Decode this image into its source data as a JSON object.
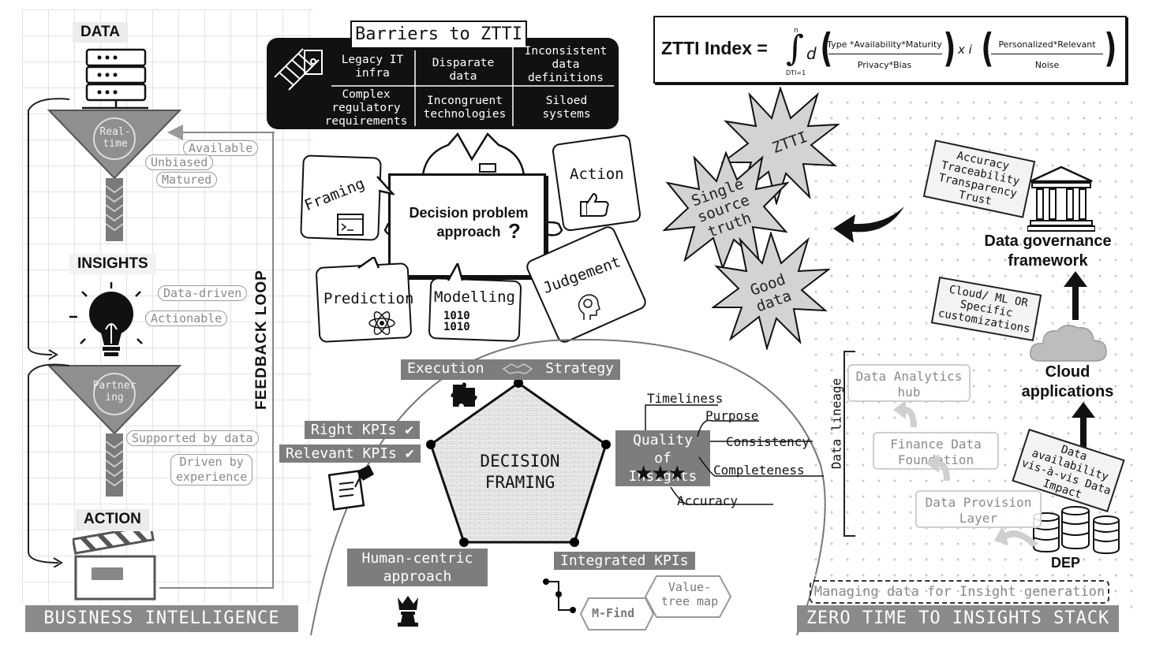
{
  "left_panel": {
    "data_label": "DATA",
    "insights_label": "INSIGHTS",
    "action_label": "ACTION",
    "funnel1_center": "Real-\ntime",
    "funnel2_center": "Partner\ning",
    "pills_top": [
      "Available",
      "Unbiased",
      "Matured"
    ],
    "pills_insights": [
      "Data-driven",
      "Actionable"
    ],
    "pills_action": [
      "Supported by data",
      "Driven by\nexperience"
    ],
    "feedback_loop": "FEEDBACK LOOP",
    "footer": "BUSINESS INTELLIGENCE"
  },
  "barriers": {
    "title": "Barriers to ZTTI",
    "cells": [
      "Legacy IT\ninfra",
      "Disparate\ndata",
      "Inconsistent\ndata\ndefinitions",
      "Complex\nregulatory\nrequirements",
      "Incongruent\ntechnologies",
      "Siloed\nsystems"
    ]
  },
  "decision": {
    "board_text": "Decision problem\napproach",
    "question_mark": "?",
    "bubbles": [
      "Framing",
      "Action",
      "Prediction",
      "Modelling",
      "Judgement"
    ],
    "modelling_binary": "1010\n1010"
  },
  "framing": {
    "center": "DECISION\nFRAMING",
    "execution": "Execution",
    "strategy": "Strategy",
    "right_kpis": "Right KPIs",
    "relevant_kpis": "Relevant KPIs",
    "human_centric": "Human-centric\napproach",
    "integrated_kpis": "Integrated KPIs",
    "value_tree": "Value-\ntree map",
    "m_find": "M-Find",
    "quality": "Quality of\nInsights",
    "quality_items": [
      "Timeliness",
      "Purpose",
      "Consistency",
      "Completeness",
      "Accuracy"
    ],
    "stars": "★★★"
  },
  "ztti": {
    "label": "ZTTI Index =",
    "int_upper": "n",
    "int_lower": "DTI=1",
    "d": "d",
    "numerator1": "Type *Availability*Maturity",
    "denominator1": "Privacy*Bias",
    "times_i": "x i",
    "numerator2": "Personalized*Relevant",
    "denominator2": "Noise"
  },
  "stars_cloud": [
    "ZTTI",
    "Single\nsource\ntruth",
    "Good\ndata"
  ],
  "governance": {
    "scroll_top": "Accuracy\nTraceability\nTransparency\nTrust",
    "title": "Data governance\nframework",
    "scroll_mid": "Cloud/ ML OR\nSpecific\ncustomizations",
    "cloud_apps": "Cloud\napplications",
    "scroll_bottom": "Data\navailability\nvis-à-vis Data\nImpact",
    "dep": "DEP"
  },
  "lineage": {
    "side_label": "Data lineage",
    "boxes": [
      "Data Analytics\nhub",
      "Finance Data\nFoundation",
      "Data Provision\nLayer"
    ],
    "managing": "Managing data for Insight generation",
    "footer": "ZERO TIME TO INSIGHTS STACK"
  }
}
